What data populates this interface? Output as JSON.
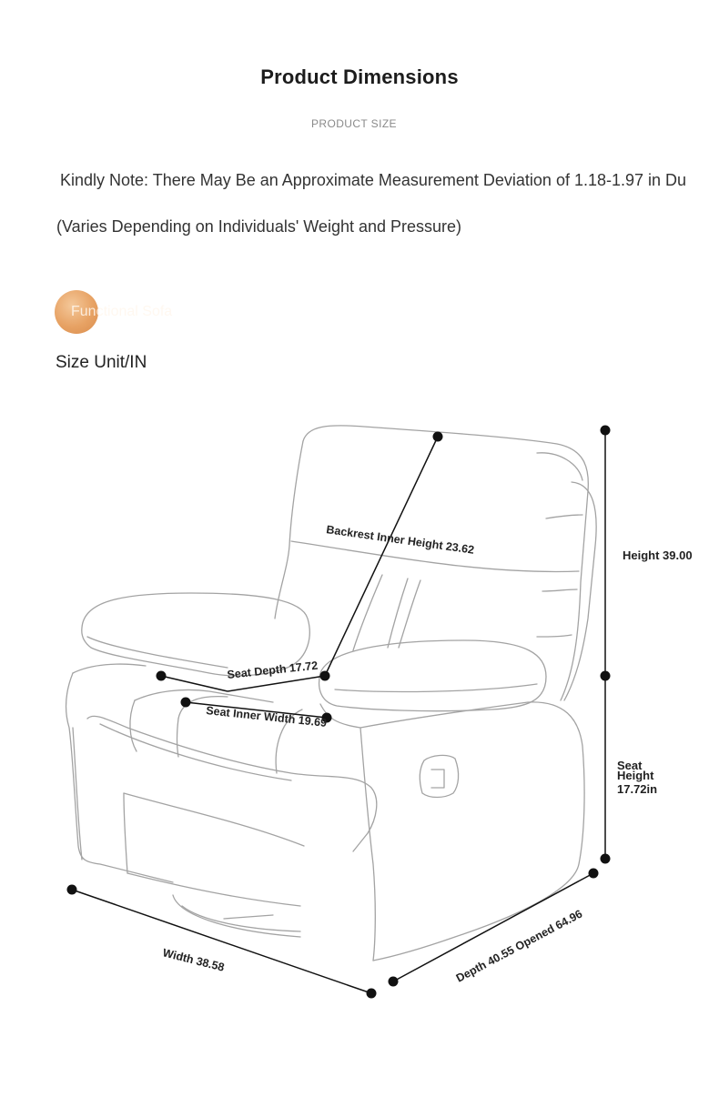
{
  "header": {
    "title": "Product Dimensions",
    "subtitle": "PRODUCT SIZE"
  },
  "notes": {
    "line1": "Kindly Note: There May Be an Approximate Measurement Deviation of 1.18-1.97 in Du",
    "line2": "(Varies Depending on Individuals' Weight and Pressure)"
  },
  "badge": {
    "label": "Functional Sofa"
  },
  "unit_label": "Size Unit/IN",
  "dimensions": {
    "backrest_inner_height": "Backrest Inner Height 23.62",
    "height": "Height 39.00",
    "seat_depth": "Seat Depth 17.72",
    "seat_inner_width": "Seat Inner Width 19.69",
    "seat_height_line1": "Seat",
    "seat_height_line2": "Height",
    "seat_height_line3": "17.72in",
    "width": "Width 38.58",
    "depth": "Depth 40.55 Opened 64.96"
  },
  "colors": {
    "accent": "#e39a5c",
    "outline": "#9a9a9a",
    "line": "#111111"
  }
}
